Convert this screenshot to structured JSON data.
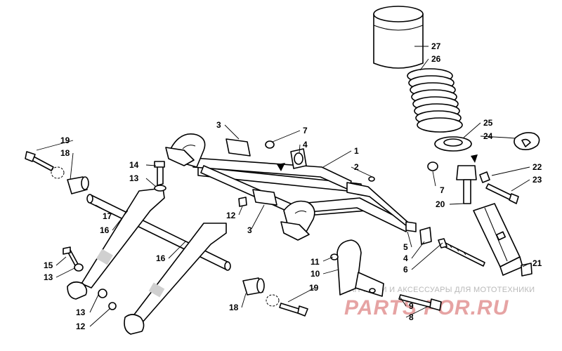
{
  "callouts": {
    "c1": "1",
    "c2": "2",
    "c3a": "3",
    "c3b": "3",
    "c4a": "4",
    "c4b": "4",
    "c5": "5",
    "c6": "6",
    "c7a": "7",
    "c7b": "7",
    "c8": "8",
    "c9": "9",
    "c10": "10",
    "c11": "11",
    "c12a": "12",
    "c12b": "12",
    "c13a": "13",
    "c13b": "13",
    "c13c": "13",
    "c14": "14",
    "c15": "15",
    "c16a": "16",
    "c16b": "16",
    "c17": "17",
    "c18a": "18",
    "c18b": "18",
    "c19a": "19",
    "c19b": "19",
    "c20": "20",
    "c21": "21",
    "c22": "22",
    "c23": "23",
    "c24": "24",
    "c25": "25",
    "c26": "26",
    "c27": "27"
  },
  "watermark": {
    "tagline": "ЗАПЧАСТИ И АКСЕССУАРЫ ДЛЯ МОТОТЕХНИКИ",
    "brand": "PARTS FOR.RU",
    "brand_color": "#e6a3a3"
  },
  "icons": [
    "arrow-icon",
    "spring-icon",
    "bolt-icon",
    "bushing-icon",
    "bumper-icon",
    "shock-absorber-icon"
  ]
}
